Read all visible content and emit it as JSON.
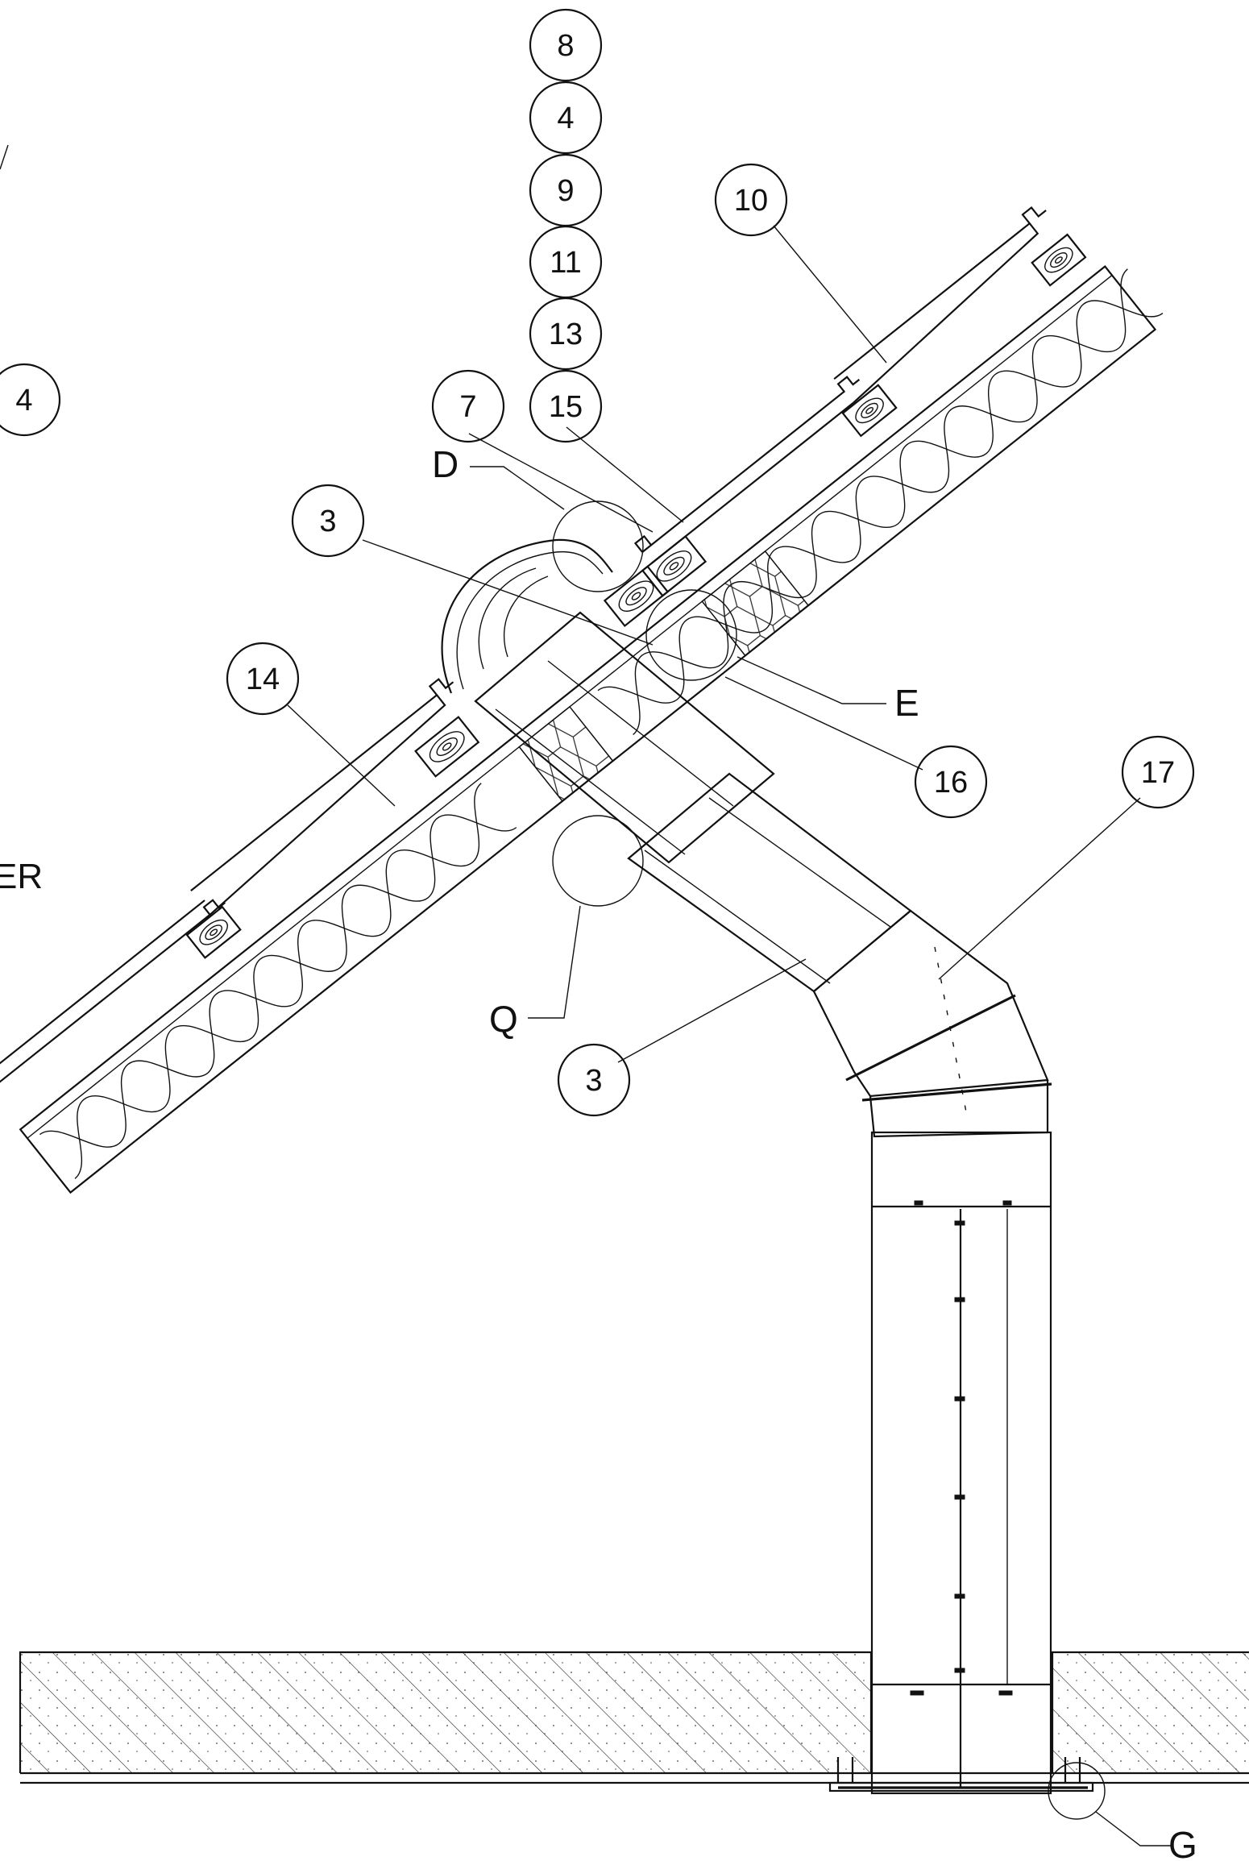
{
  "diagram": {
    "callouts": [
      {
        "id": "c8",
        "label": "8"
      },
      {
        "id": "c4a",
        "label": "4"
      },
      {
        "id": "c9",
        "label": "9"
      },
      {
        "id": "c11",
        "label": "11"
      },
      {
        "id": "c13",
        "label": "13"
      },
      {
        "id": "c15",
        "label": "15"
      },
      {
        "id": "c10",
        "label": "10"
      },
      {
        "id": "c4b",
        "label": "4"
      },
      {
        "id": "c7",
        "label": "7"
      },
      {
        "id": "c3a",
        "label": "3"
      },
      {
        "id": "c14",
        "label": "14"
      },
      {
        "id": "c16",
        "label": "16"
      },
      {
        "id": "c17",
        "label": "17"
      },
      {
        "id": "c3b",
        "label": "3"
      }
    ],
    "detail_markers": [
      {
        "id": "D",
        "label": "D"
      },
      {
        "id": "E",
        "label": "E"
      },
      {
        "id": "Q",
        "label": "Q"
      },
      {
        "id": "G",
        "label": "G"
      }
    ],
    "edge_text": "ER"
  }
}
